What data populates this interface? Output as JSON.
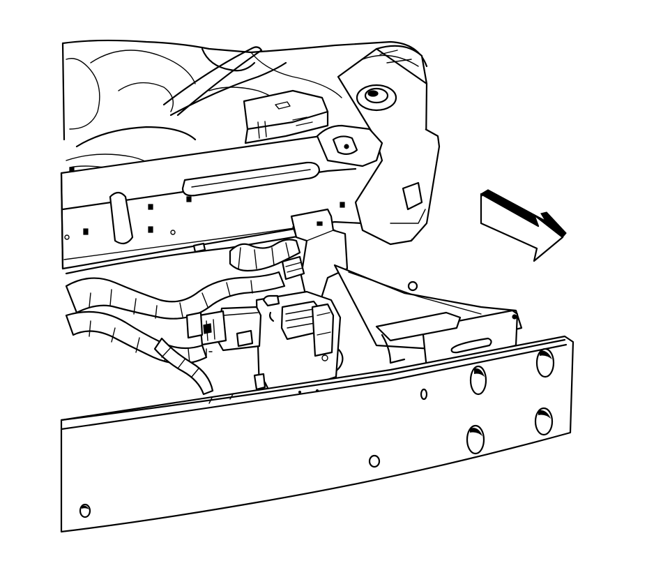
{
  "figure": {
    "background": "#ffffff",
    "line_color": "#000000",
    "components": [
      "vehicle-frame",
      "frame-side-rail",
      "front-bumper-impact-bar",
      "module-mounting-bracket",
      "electronic-module",
      "harness-electrical-connector",
      "wiring-harness",
      "forward-direction-arrow"
    ],
    "direction_arrow_icon": "arrow-forward-icon"
  }
}
